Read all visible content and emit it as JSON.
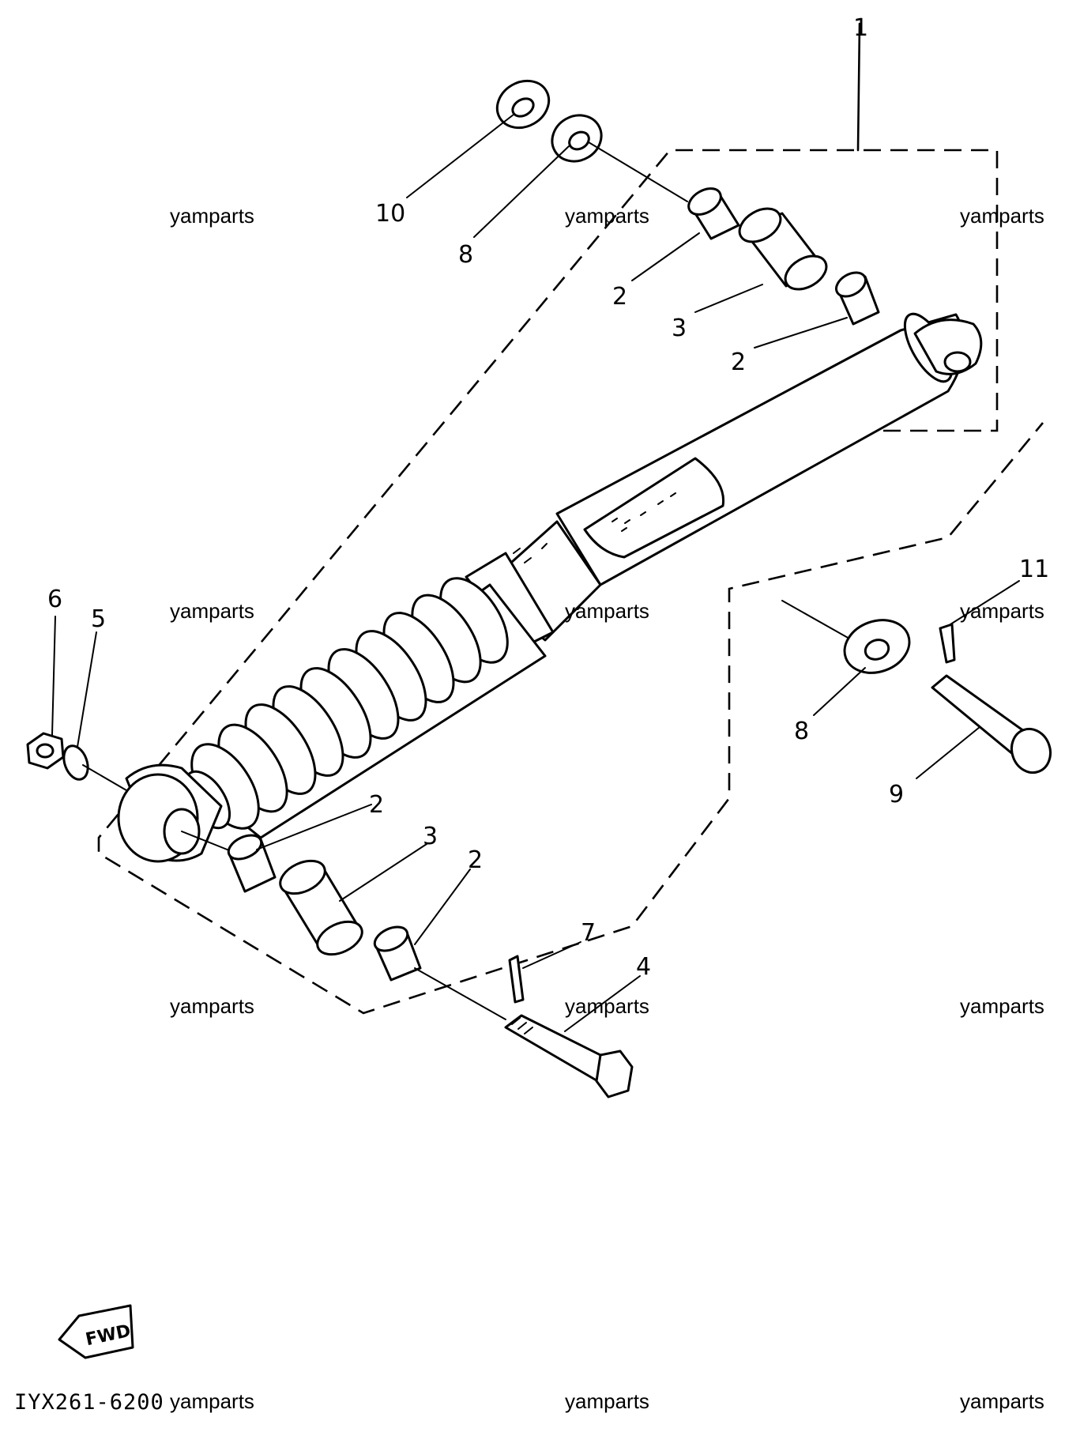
{
  "diagram": {
    "diagram_code": "IYX261-6200",
    "fwd_label": "FWD",
    "watermark": "yamparts",
    "callouts": {
      "c1": "1",
      "c10": "10",
      "c8_top": "8",
      "c2_top_a": "2",
      "c3_top": "3",
      "c2_top_b": "2",
      "c6": "6",
      "c5": "5",
      "c11": "11",
      "c8_right": "8",
      "c9": "9",
      "c2_bot_a": "2",
      "c3_bot": "3",
      "c2_bot_b": "2",
      "c7": "7",
      "c4": "4"
    },
    "icons": [
      "fwd-arrow-icon"
    ]
  }
}
